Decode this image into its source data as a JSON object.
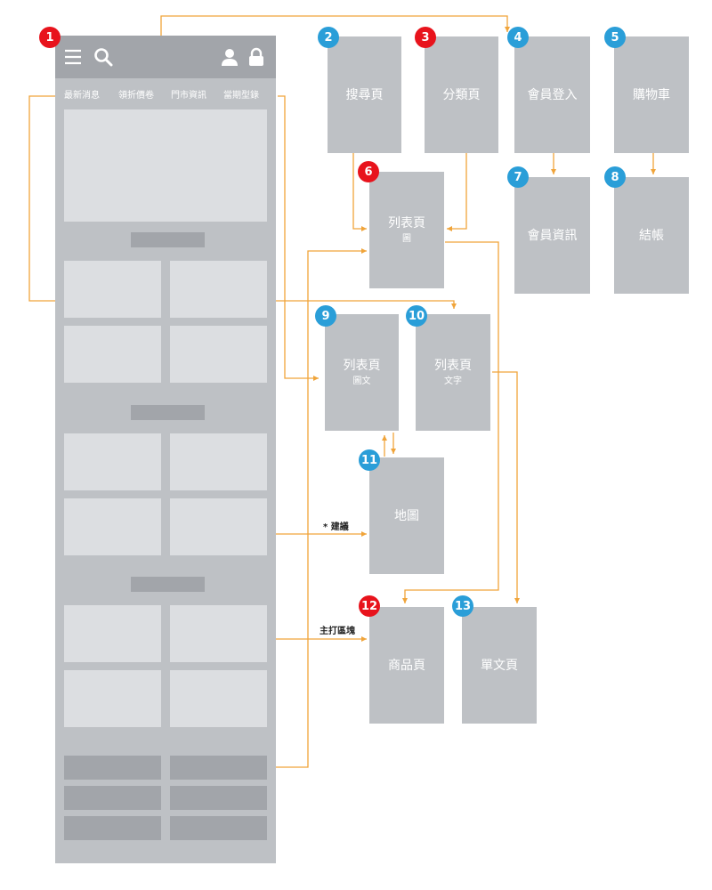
{
  "colors": {
    "connector": "#f0a43a",
    "badge_red": "#e8131c",
    "badge_blue": "#2a9ed8",
    "box": "#bec1c5",
    "block_light": "#dcdee1",
    "block_dark": "#a2a5aa"
  },
  "wireframe": {
    "badge": "1",
    "badge_color": "red",
    "header_icons": [
      "menu-icon",
      "search-icon",
      "user-icon",
      "lock-icon"
    ],
    "nav": [
      "最新消息",
      "領折價卷",
      "門市資訊",
      "當期型錄"
    ]
  },
  "pages": [
    {
      "id": "p2",
      "badge": "2",
      "badge_color": "blue",
      "title": "搜尋頁",
      "sub": ""
    },
    {
      "id": "p3",
      "badge": "3",
      "badge_color": "red",
      "title": "分類頁",
      "sub": ""
    },
    {
      "id": "p4",
      "badge": "4",
      "badge_color": "blue",
      "title": "會員登入",
      "sub": ""
    },
    {
      "id": "p5",
      "badge": "5",
      "badge_color": "blue",
      "title": "購物車",
      "sub": ""
    },
    {
      "id": "p6",
      "badge": "6",
      "badge_color": "red",
      "title": "列表頁",
      "sub": "圖"
    },
    {
      "id": "p7",
      "badge": "7",
      "badge_color": "blue",
      "title": "會員資訊",
      "sub": ""
    },
    {
      "id": "p8",
      "badge": "8",
      "badge_color": "blue",
      "title": "結帳",
      "sub": ""
    },
    {
      "id": "p9",
      "badge": "9",
      "badge_color": "blue",
      "title": "列表頁",
      "sub": "圖文"
    },
    {
      "id": "p10",
      "badge": "10",
      "badge_color": "blue",
      "title": "列表頁",
      "sub": "文字"
    },
    {
      "id": "p11",
      "badge": "11",
      "badge_color": "blue",
      "title": "地圖",
      "sub": ""
    },
    {
      "id": "p12",
      "badge": "12",
      "badge_color": "red",
      "title": "商品頁",
      "sub": ""
    },
    {
      "id": "p13",
      "badge": "13",
      "badge_color": "blue",
      "title": "單文頁",
      "sub": ""
    }
  ],
  "notes": {
    "suggest": "* 建議",
    "feature": "主打區塊"
  }
}
